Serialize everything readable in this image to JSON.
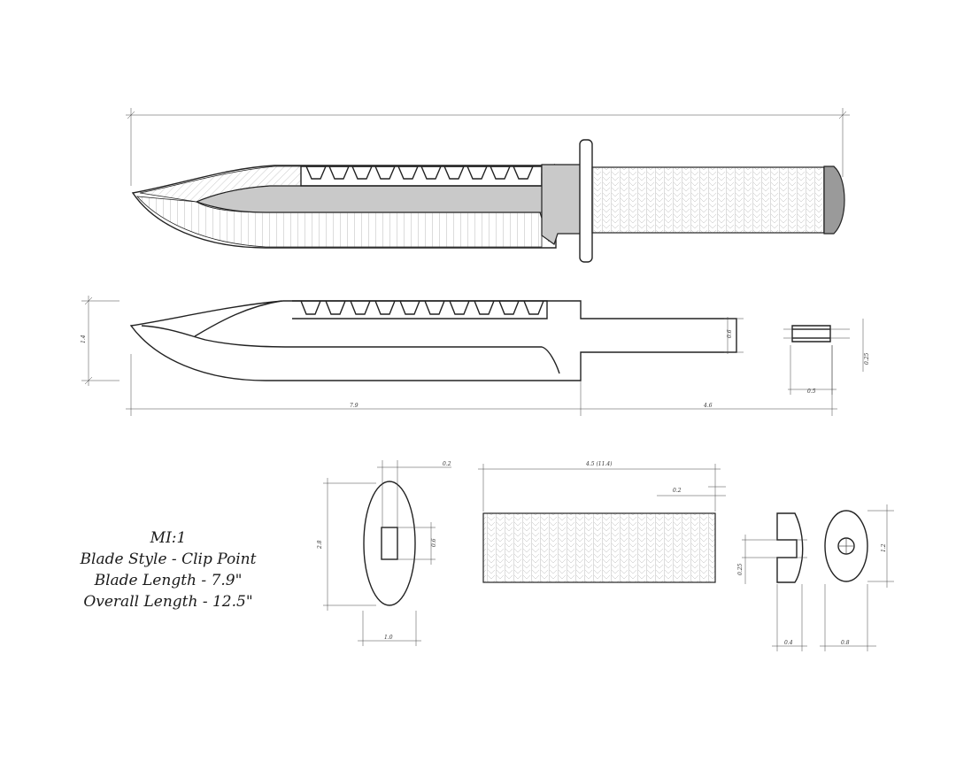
{
  "specs": {
    "model": "MI:1",
    "blade_style": "Blade Style - Clip Point",
    "blade_length": "Blade Length - 7.9\"",
    "overall_length": "Overall Length - 12.5\""
  },
  "colors": {
    "line": "#222222",
    "blade_grey": "#c9c9c9",
    "pommel_grey": "#9a9a9a",
    "paper": "#ffffff"
  }
}
